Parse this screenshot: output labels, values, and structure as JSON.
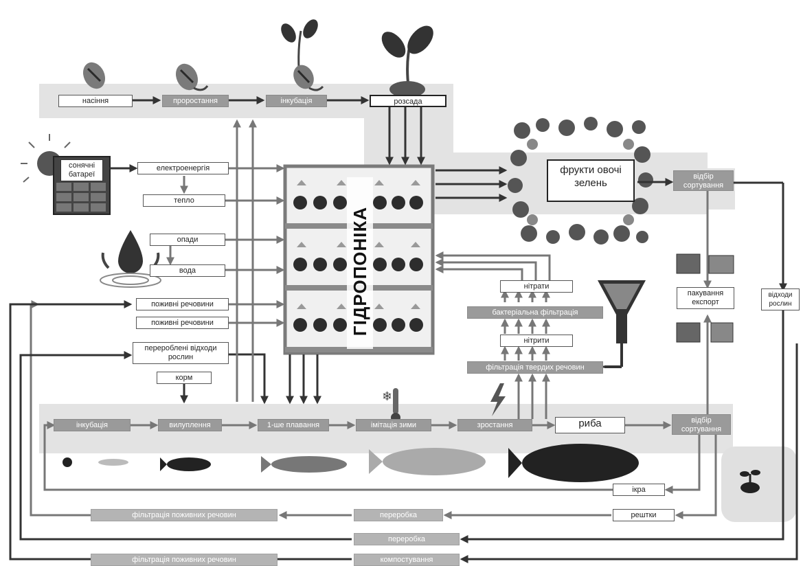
{
  "top_chain": {
    "seeds": "насіння",
    "germination": "проростання",
    "incubation": "інкубація",
    "seedlings": "розсада"
  },
  "solar": {
    "label": "сонячні батареї"
  },
  "energy": {
    "electricity": "електроенергія",
    "heat": "тепло",
    "precipitation": "опади",
    "water": "вода"
  },
  "inputs": {
    "nutrients_1": "поживні речовини",
    "nutrients_2": "поживні речовини",
    "processed_waste": "перероблені відходи рослин",
    "feed": "корм"
  },
  "hydroponics": {
    "title": "ГІДРОПОНІКА"
  },
  "produce": {
    "title": "фрукти овочі зелень"
  },
  "sorting_top": "відбір сортування",
  "packaging": "пакування експорт",
  "plant_waste": "відходи рослин",
  "filtration": {
    "nitrates": "нітрати",
    "bacterial": "бактеріальна фільтрація",
    "nitrites": "нітрити",
    "solids": "фільтрація твердих речовин"
  },
  "fish_chain": {
    "incubation": "інкубація",
    "hatching": "вилуплення",
    "first_swim": "1-ше плавання",
    "winter_sim": "імітація зими",
    "growth": "зростання",
    "fish": "риба",
    "sorting": "відбір сортування"
  },
  "bottom": {
    "roe": "ікра",
    "remains": "рештки",
    "processing_1": "переробка",
    "nutrient_filtration_1": "фільтрація поживних речовин",
    "processing_2": "переробка",
    "composting": "компостування",
    "nutrient_filtration_2": "фільтрація поживних речовин"
  }
}
